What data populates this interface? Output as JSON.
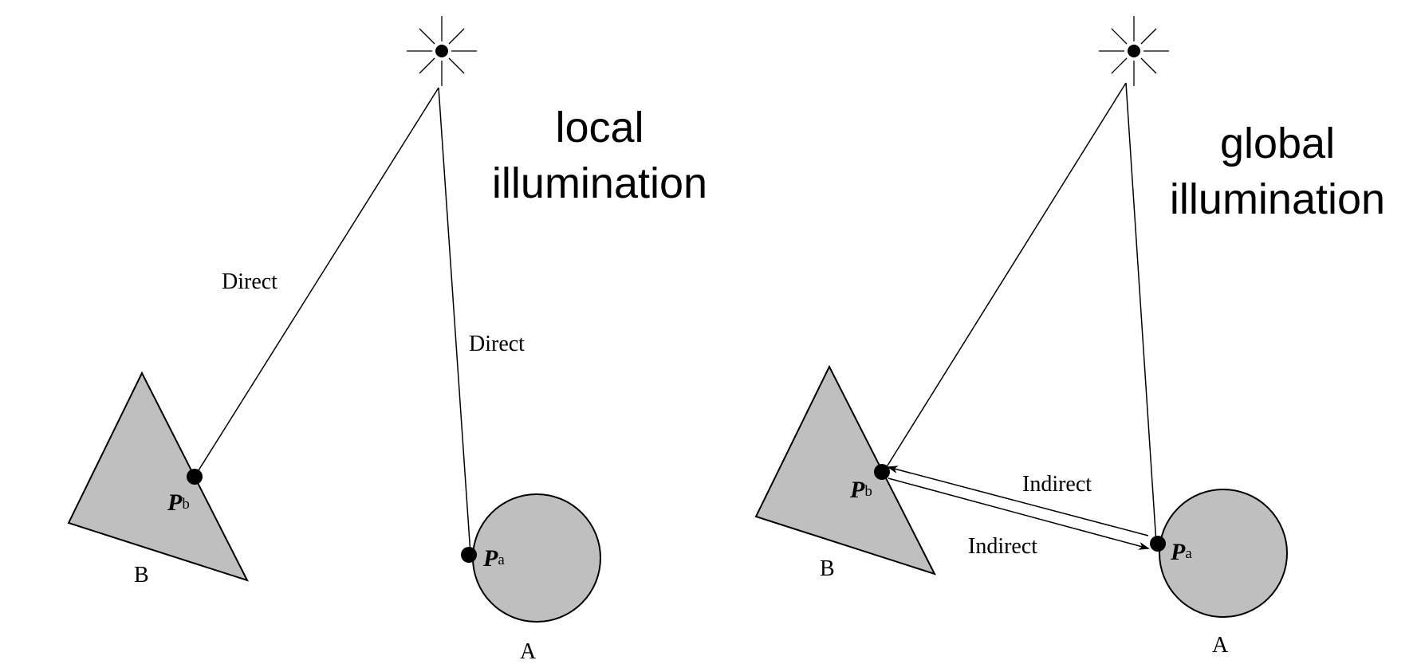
{
  "panels": [
    {
      "heading_lines": [
        "local",
        "illumination"
      ],
      "rays": {
        "to_b_label": "Direct",
        "to_a_label": "Direct"
      },
      "point_b": {
        "main": "P",
        "sub": "b"
      },
      "point_a": {
        "main": "P",
        "sub": "a"
      },
      "object_b_label": "B",
      "object_a_label": "A"
    },
    {
      "heading_lines": [
        "global",
        "illumination"
      ],
      "indirect_labels": [
        "Indirect",
        "Indirect"
      ],
      "point_b": {
        "main": "P",
        "sub": "b"
      },
      "point_a": {
        "main": "P",
        "sub": "a"
      },
      "object_b_label": "B",
      "object_a_label": "A"
    }
  ],
  "colors": {
    "object_fill": "#bfbfbf",
    "line": "#000000",
    "background": "#ffffff"
  },
  "icons": {
    "light_source": "light-burst-icon"
  }
}
